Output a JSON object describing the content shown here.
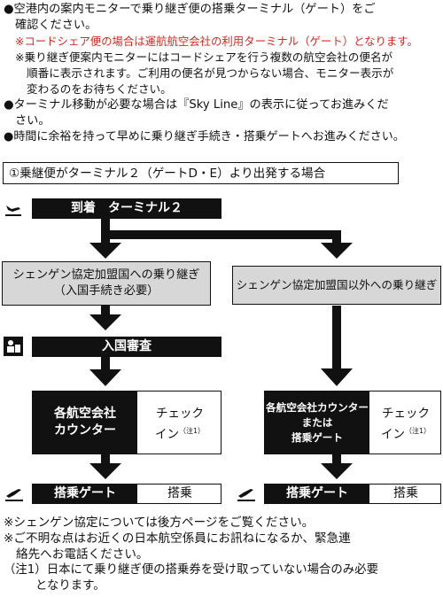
{
  "intro": {
    "b1_line1": "●空港内の案内モニターで乗り継ぎ便の搭乗ターミナル（ゲート）をご",
    "b1_line2": "確認ください。",
    "red_note": "※コードシェア便の場合は運航航空会社の利用ターミナル（ゲート）となります。",
    "note_line1": "※乗り継ぎ便案内モニターにはコードシェアを行う複数の航空会社の便名が",
    "note_line2": "順番に表示されます。ご利用の便名が見つからない場合、モニター表示が",
    "note_line3": "変わるのをお待ちください。",
    "b2_line1": "●ターミナル移動が必要な場合は『Sky Line』の表示に従ってお進みくだ",
    "b2_line2": "さい。",
    "b3": "●時間に余裕を持って早めに乗り継ぎ手続き・搭乗ゲートへお進みください。"
  },
  "section_title": "①乗継便がターミナル２（ゲートD・E）より出発する場合",
  "flow": {
    "arrival": "到着　ターミナル２",
    "schengen_line1": "シェンゲン協定加盟国への乗り継ぎ",
    "schengen_line2": "（入国手続き必要）",
    "non_schengen": "シェンゲン協定加盟国以外への乗り継ぎ",
    "immigration": "入国審査",
    "left_counter_line1": "各航空会社",
    "left_counter_line2": "カウンター",
    "checkin_line1": "チェック",
    "checkin_line2": "イン",
    "note_mark": "（注1）",
    "right_counter_line1": "各航空会社カウンター",
    "right_counter_line2": "または",
    "right_counter_line3": "搭乗ゲート",
    "gate": "搭乗ゲート",
    "boarding": "搭乗"
  },
  "footer": {
    "n1": "※シェンゲン協定については後方ページをご覧ください。",
    "n2_line1": "※ご不明な点はお近くの日本航空係員にお訊ねになるか、緊急連",
    "n2_line2": "絡先へお電話ください。",
    "n3_line1": "（注1）日本にて乗り継ぎ便の搭乗券を受け取っていない場合のみ必要",
    "n3_line2": "となります。"
  },
  "icons": [
    "arrival-plane-icon",
    "immigration-officer-icon",
    "departure-plane-icon"
  ],
  "colors": {
    "red": "#d9281f",
    "black": "#111111",
    "grey": "#d7d7d7"
  }
}
